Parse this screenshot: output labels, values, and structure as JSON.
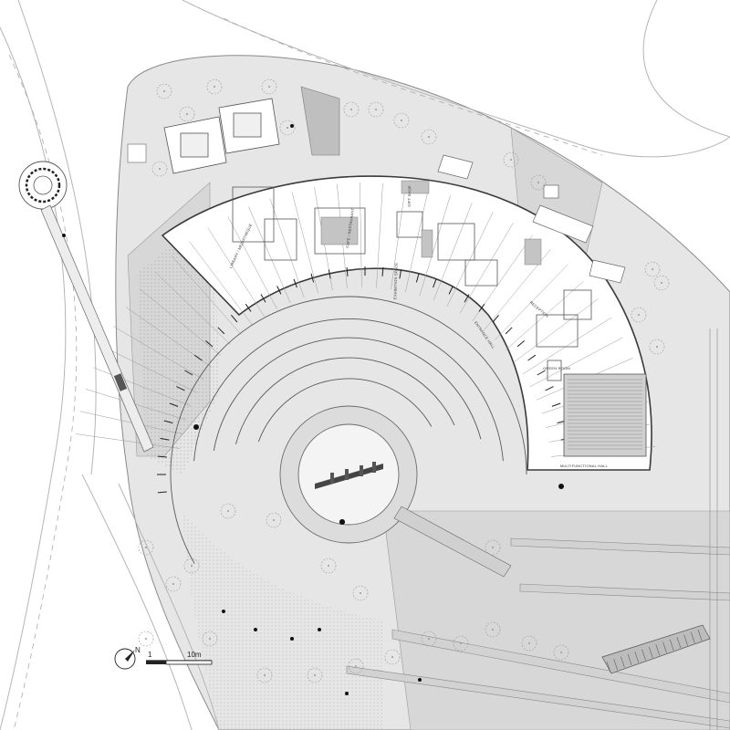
{
  "colors": {
    "site": "#e6e6e6",
    "hardscape": "#d7d7d7",
    "building": "#ffffff",
    "line": "#3a3a3a",
    "thin_line": "#8a8a8a",
    "tree": "#9a9a9a",
    "dark": "#111111"
  },
  "room_labels": {
    "multifunctional_hall": "MULTIFUNCTIONAL HALL",
    "entrance_hall": "ENTRANCE HALL",
    "green_room": "GREEN ROOM",
    "reception": "RECEPTION",
    "exhibition_space": "EXHIBITION SPACE",
    "cafe": "CAFE / RESTAURANT",
    "gift_shop": "GIFT SHOP",
    "library": "LIBRARY / MEDIATHEQUE"
  },
  "north_arrow": {
    "label": "N"
  },
  "scale_bar": {
    "start_label": "1",
    "end_label": "10m"
  }
}
